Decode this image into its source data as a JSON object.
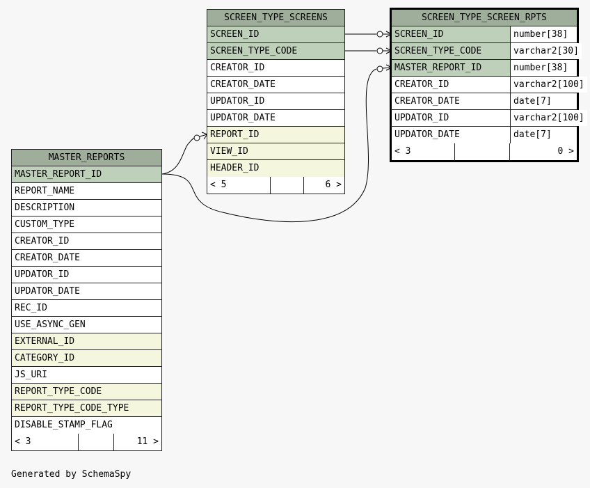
{
  "tables": {
    "screens": {
      "title": "SCREEN_TYPE_SCREENS",
      "columns": [
        {
          "name": "SCREEN_ID",
          "kind": "pk"
        },
        {
          "name": "SCREEN_TYPE_CODE",
          "kind": "pk"
        },
        {
          "name": "CREATOR_ID",
          "kind": "plain"
        },
        {
          "name": "CREATOR_DATE",
          "kind": "plain"
        },
        {
          "name": "UPDATOR_ID",
          "kind": "plain"
        },
        {
          "name": "UPDATOR_DATE",
          "kind": "plain"
        },
        {
          "name": "REPORT_ID",
          "kind": "fk"
        },
        {
          "name": "VIEW_ID",
          "kind": "fk"
        },
        {
          "name": "HEADER_ID",
          "kind": "fk"
        }
      ],
      "footer": {
        "left": "< 5",
        "right": "6 >"
      }
    },
    "rpts": {
      "title": "SCREEN_TYPE_SCREEN_RPTS",
      "columns": [
        {
          "name": "SCREEN_ID",
          "type": "number[38]",
          "kind": "pk"
        },
        {
          "name": "SCREEN_TYPE_CODE",
          "type": "varchar2[30]",
          "kind": "pk"
        },
        {
          "name": "MASTER_REPORT_ID",
          "type": "number[38]",
          "kind": "pk"
        },
        {
          "name": "CREATOR_ID",
          "type": "varchar2[100]",
          "kind": "plain"
        },
        {
          "name": "CREATOR_DATE",
          "type": "date[7]",
          "kind": "plain"
        },
        {
          "name": "UPDATOR_ID",
          "type": "varchar2[100]",
          "kind": "plain"
        },
        {
          "name": "UPDATOR_DATE",
          "type": "date[7]",
          "kind": "plain"
        }
      ],
      "footer": {
        "left": "< 3",
        "right": "0 >"
      }
    },
    "master": {
      "title": "MASTER_REPORTS",
      "columns": [
        {
          "name": "MASTER_REPORT_ID",
          "kind": "pk"
        },
        {
          "name": "REPORT_NAME",
          "kind": "plain"
        },
        {
          "name": "DESCRIPTION",
          "kind": "plain"
        },
        {
          "name": "CUSTOM_TYPE",
          "kind": "plain"
        },
        {
          "name": "CREATOR_ID",
          "kind": "plain"
        },
        {
          "name": "CREATOR_DATE",
          "kind": "plain"
        },
        {
          "name": "UPDATOR_ID",
          "kind": "plain"
        },
        {
          "name": "UPDATOR_DATE",
          "kind": "plain"
        },
        {
          "name": "REC_ID",
          "kind": "plain"
        },
        {
          "name": "USE_ASYNC_GEN",
          "kind": "plain"
        },
        {
          "name": "EXTERNAL_ID",
          "kind": "fk"
        },
        {
          "name": "CATEGORY_ID",
          "kind": "fk"
        },
        {
          "name": "JS_URI",
          "kind": "plain"
        },
        {
          "name": "REPORT_TYPE_CODE",
          "kind": "fk"
        },
        {
          "name": "REPORT_TYPE_CODE_TYPE",
          "kind": "fk"
        },
        {
          "name": "DISABLE_STAMP_FLAG",
          "kind": "plain"
        }
      ],
      "footer": {
        "left": "< 3",
        "right": "11 >"
      }
    }
  },
  "footer_text": "Generated by SchemaSpy",
  "colors": {
    "header": "#9fae9a",
    "primary_key": "#bed0b9",
    "foreign_key": "#f4f7dd",
    "background": "#f7f7f7"
  }
}
